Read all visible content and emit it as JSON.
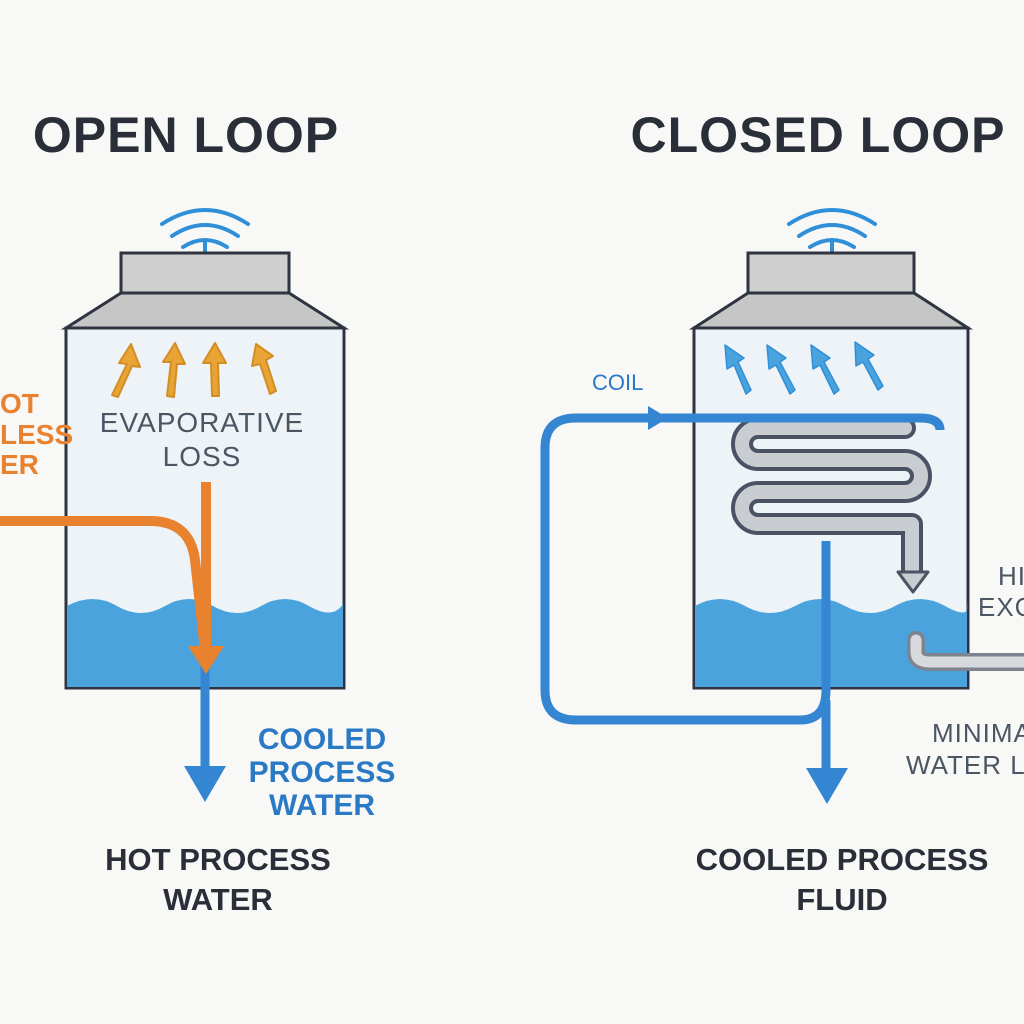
{
  "open_loop": {
    "title": "OPEN LOOP",
    "hot_water_left": [
      "OT",
      "LESS",
      "ER"
    ],
    "evaporative_loss": [
      "EVAPORATIVE",
      "LOSS"
    ],
    "cooled_process_water": [
      "COOLED",
      "PROCESS",
      "WATER"
    ],
    "hot_process_water": [
      "HOT PROCESS",
      "WATER"
    ]
  },
  "closed_loop": {
    "title": "CLOSED LOOP",
    "coil": "COIL",
    "heat_exchange": [
      "HI",
      "EXC"
    ],
    "minimal_water_loss": [
      "MINIMA",
      "WATER LO"
    ],
    "cooled_process_fluid": [
      "COOLED PROCESS",
      "FLUID"
    ]
  },
  "colors": {
    "hot": "#e8822f",
    "cool": "#3586d2",
    "water": "#4aa3dc",
    "text": "#2a2e38",
    "tower_top": "#c8c8c8",
    "arrow_up": "#e8a535"
  }
}
